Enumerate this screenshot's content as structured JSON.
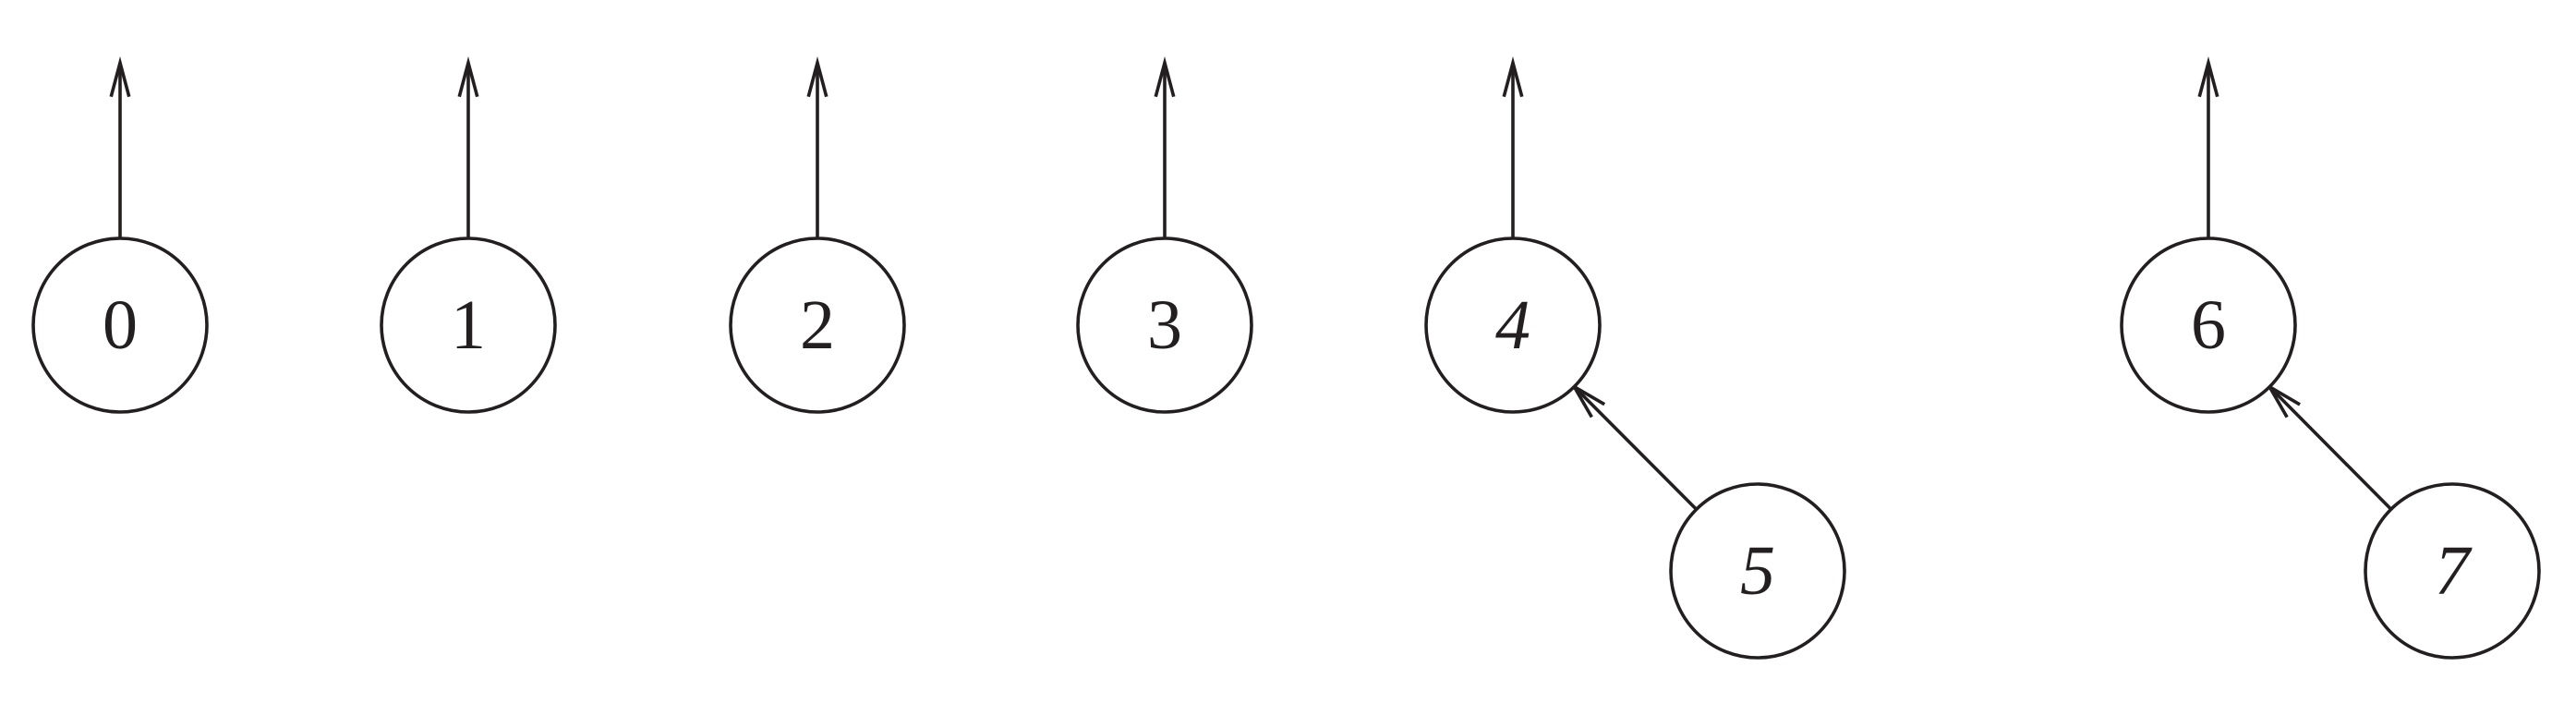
{
  "diagram": {
    "type": "disjoint-set-forest",
    "colors": {
      "stroke": "#231f20",
      "background": "#ffffff"
    },
    "nodes": [
      {
        "id": "0",
        "label": "0",
        "parent": null
      },
      {
        "id": "1",
        "label": "1",
        "parent": null
      },
      {
        "id": "2",
        "label": "2",
        "parent": null
      },
      {
        "id": "3",
        "label": "3",
        "parent": null
      },
      {
        "id": "4",
        "label": "4",
        "parent": null
      },
      {
        "id": "5",
        "label": "5",
        "parent": "4"
      },
      {
        "id": "6",
        "label": "6",
        "parent": null
      },
      {
        "id": "7",
        "label": "7",
        "parent": "6"
      }
    ]
  }
}
